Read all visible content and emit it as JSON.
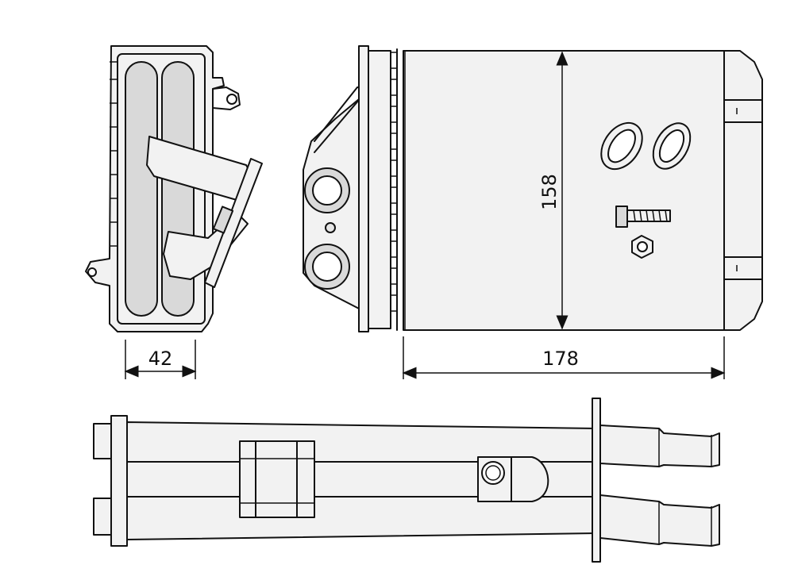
{
  "dimensions": {
    "depth": "42",
    "height": "158",
    "width": "178"
  },
  "colors": {
    "stroke": "#111111",
    "fill": "#f2f2f2",
    "shade": "#d9d9d9",
    "background": "#ffffff"
  }
}
